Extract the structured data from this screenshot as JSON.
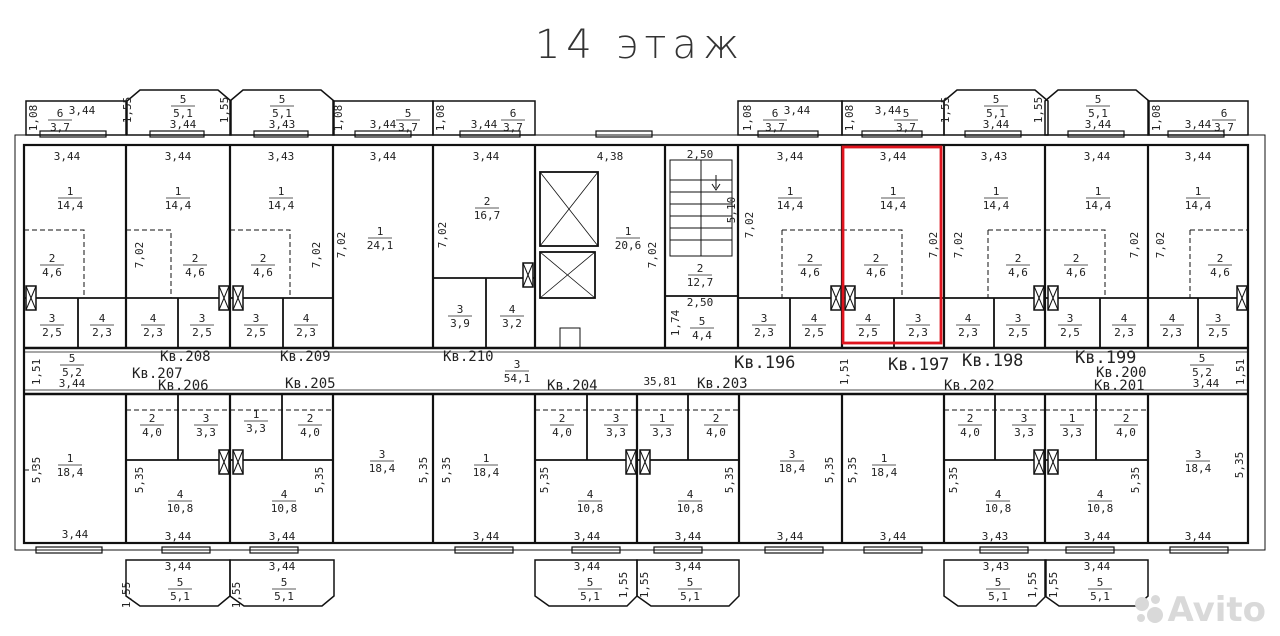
{
  "title": "14 этаж",
  "watermark": "Avito",
  "highlight_color": "#e0141e",
  "apartments": {
    "a196": "Кв.196",
    "a197": "Кв.197",
    "a198": "Кв.198",
    "a199": "Кв.199",
    "a200": "Кв.200",
    "a201": "Кв.201",
    "a202": "Кв.202",
    "a203": "Кв.203",
    "a204": "Кв.204",
    "a205": "Кв.205",
    "a206": "Кв.206",
    "a207": "Кв.207",
    "a208": "Кв.208",
    "a209": "Кв.209",
    "a210": "Кв.210"
  },
  "rooms": {
    "n1": "1",
    "n2": "2",
    "n3": "3",
    "n4": "4",
    "n5": "5",
    "n6": "6",
    "a14_4": "14,4",
    "a4_6": "4,6",
    "a2_5": "2,5",
    "a2_3": "2,3",
    "a24_1": "24,1",
    "a16_7": "16,7",
    "a3_9": "3,9",
    "a3_2": "3,2",
    "a20_6": "20,6",
    "a12_7": "12,7",
    "a4_4": "4,4",
    "a54_1": "54,1",
    "a18_4": "18,4",
    "a10_8": "10,8",
    "a4_0": "4,0",
    "a3_3": "3,3",
    "a5_2": "5,2",
    "a5_1": "5,1",
    "a3_7": "3,7"
  },
  "dims": {
    "d3_44": "3,44",
    "d3_43": "3,43",
    "d1_08": "1,08",
    "d1_55": "1,55",
    "d7_02": "7,02",
    "d4_38": "4,38",
    "d2_50": "2,50",
    "d5_10": "5,10",
    "d1_74": "1,74",
    "d1_51": "1,51",
    "d35_81": "35,81",
    "d5_35": "5,35"
  }
}
